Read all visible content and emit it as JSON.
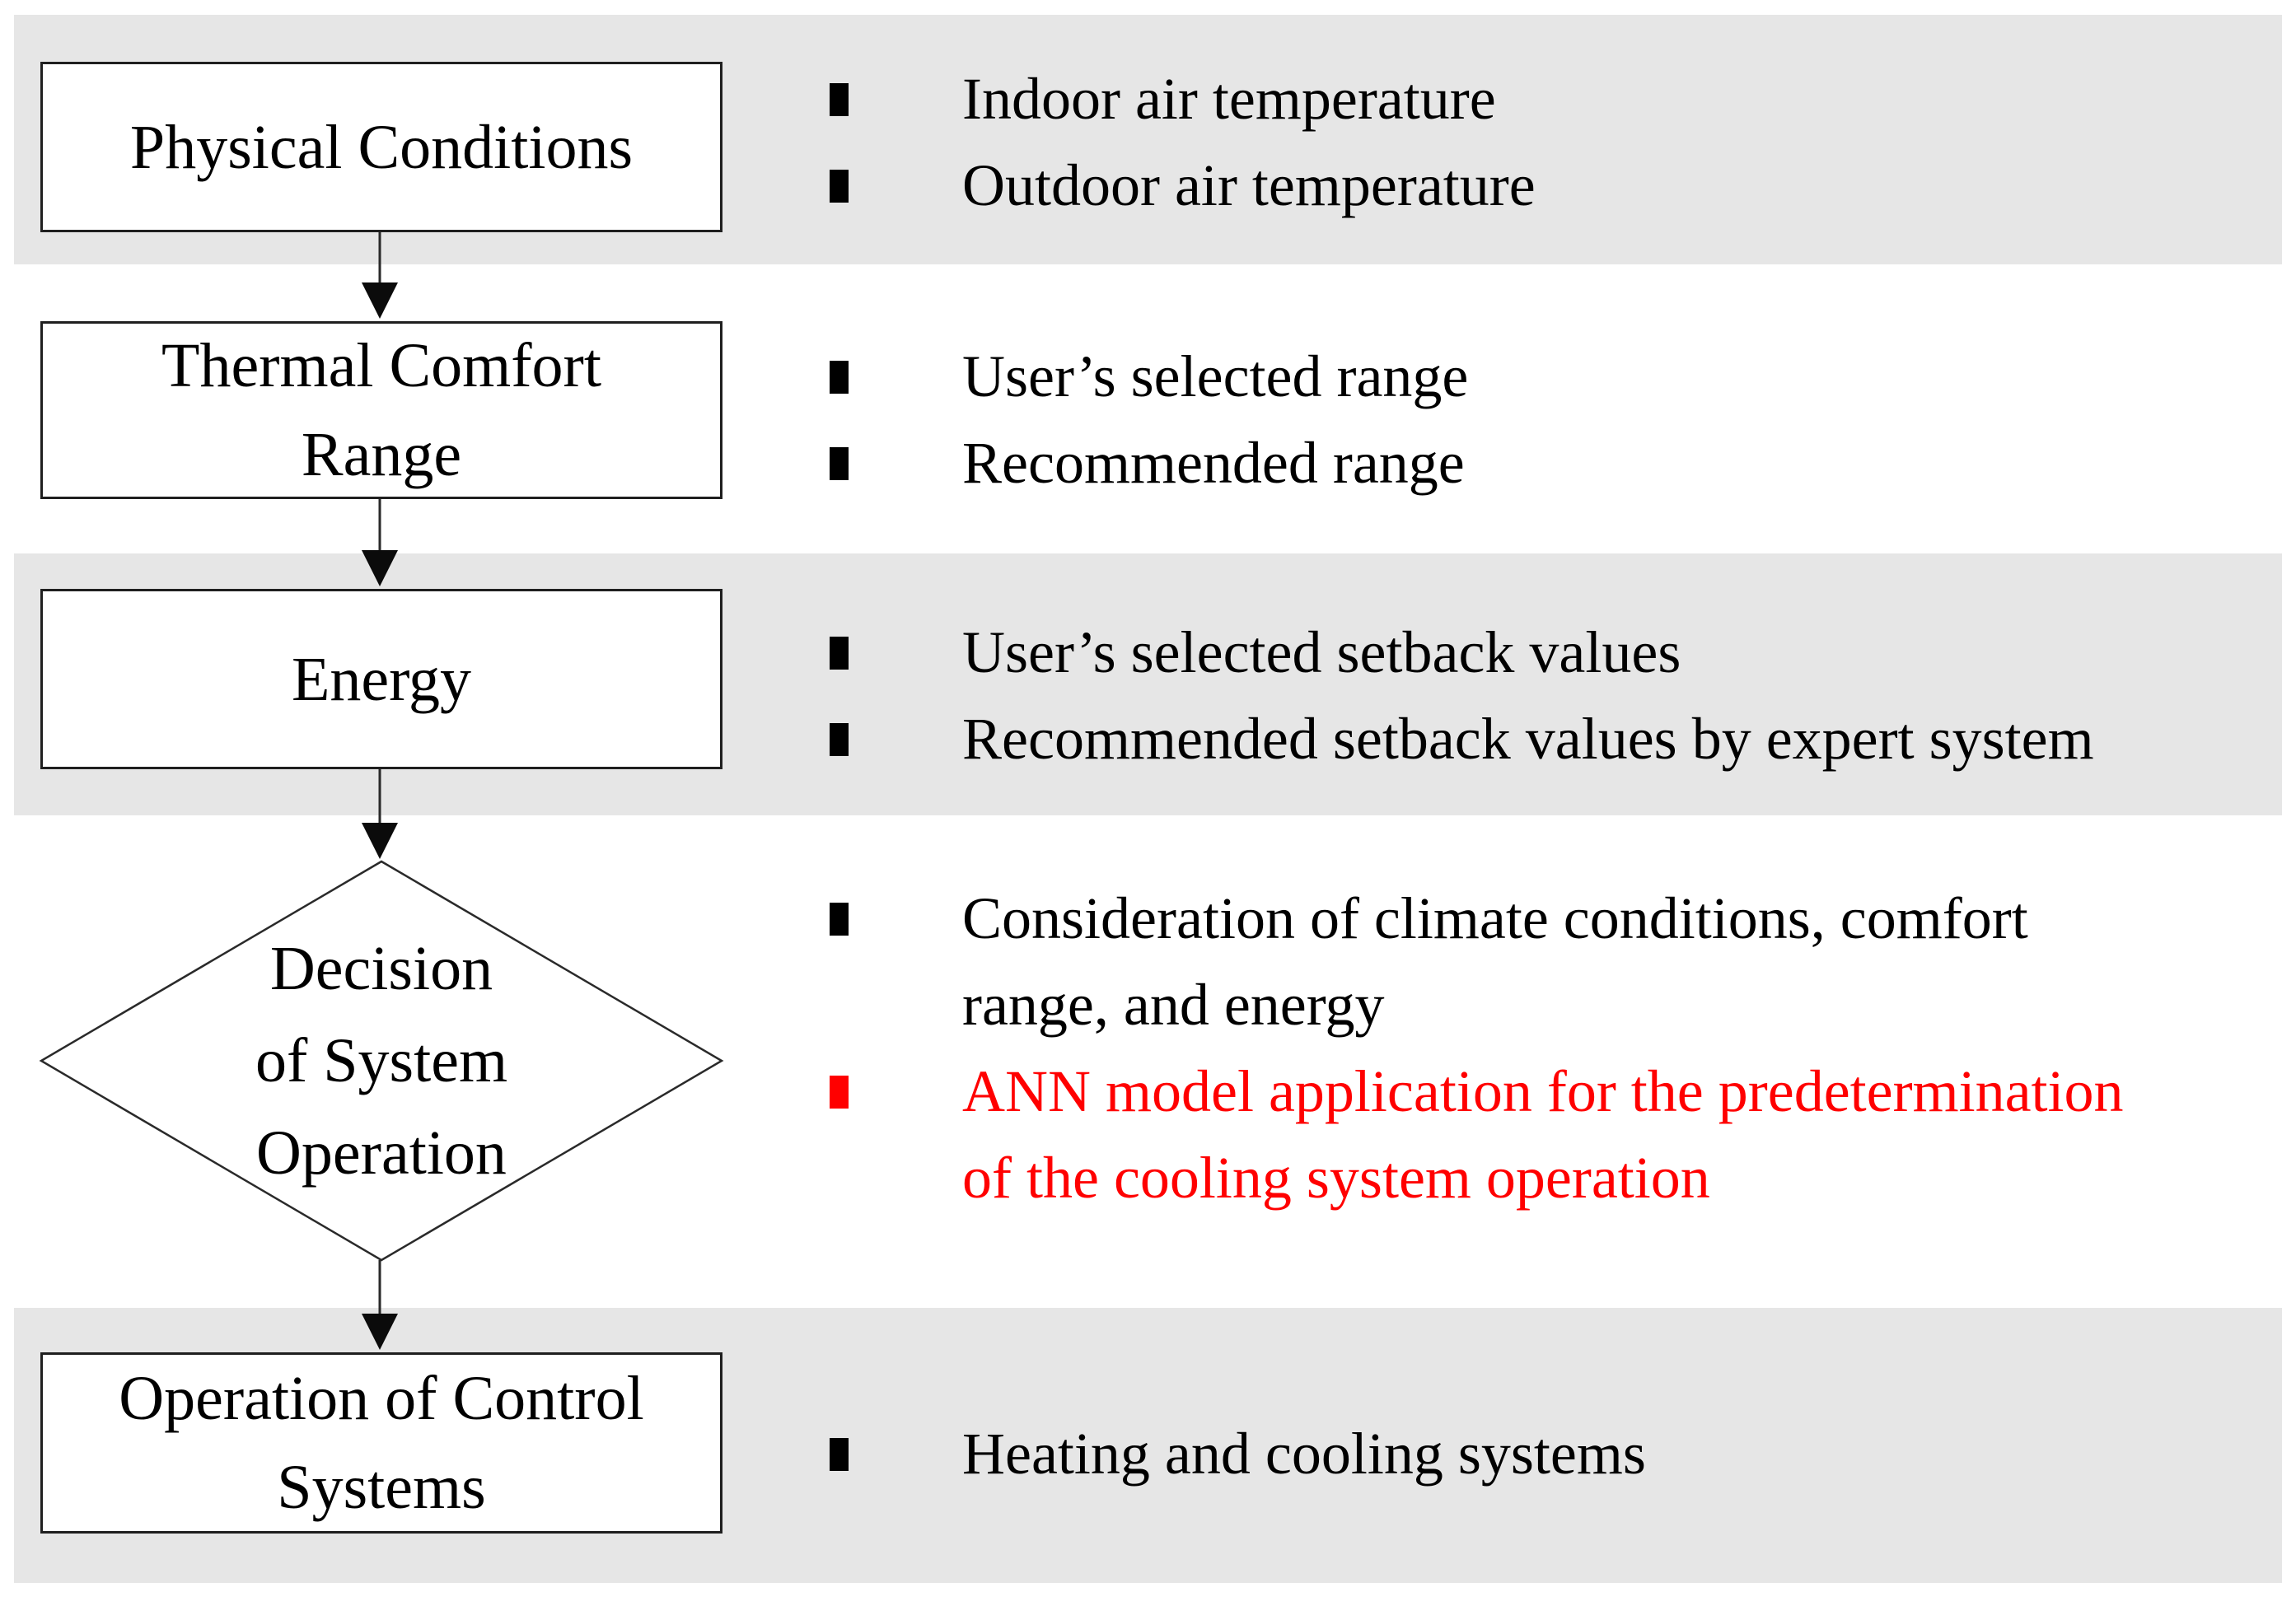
{
  "page": {
    "background_color": "#ffffff",
    "band_color": "#e6e6e6",
    "text_color": "#000000",
    "accent_red": "#ff0000"
  },
  "flowchart": {
    "node1": {
      "shape": "rectangle",
      "label": "Physical Conditions"
    },
    "node2": {
      "shape": "rectangle",
      "label": "Thermal Comfort Range",
      "line1": "Thermal Comfort",
      "line2": "Range"
    },
    "node3": {
      "shape": "rectangle",
      "label": "Energy"
    },
    "node4": {
      "shape": "diamond",
      "label": "Decision of System Operation",
      "line1": "Decision",
      "line2": "of System",
      "line3": "Operation"
    },
    "node5": {
      "shape": "rectangle",
      "label": "Operation of Control Systems",
      "line1": "Operation of Control",
      "line2": "Systems"
    }
  },
  "annotations": {
    "section1": {
      "item1": "Indoor air temperature",
      "item2": "Outdoor air temperature"
    },
    "section2": {
      "item1": "User’s selected range",
      "item2": "Recommended range"
    },
    "section3": {
      "item1": "User’s selected setback values",
      "item2": "Recommended setback values by expert system"
    },
    "section4": {
      "item1_line1": "Consideration of climate conditions, comfort",
      "item1_line2": "range, and energy",
      "item2_line1": "ANN model application for the predetermination",
      "item2_line2": "of the cooling system operation",
      "item2_color": "#ff0000"
    },
    "section5": {
      "item1": "Heating and cooling systems"
    }
  }
}
